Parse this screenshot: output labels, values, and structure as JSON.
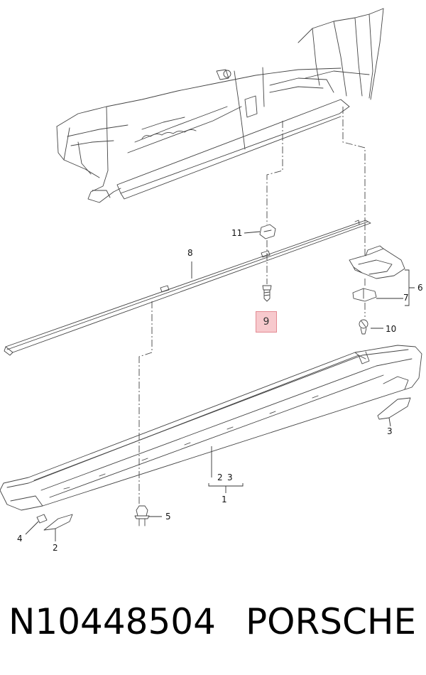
{
  "diagram": {
    "callouts": {
      "c1": "1",
      "c2a": "2",
      "c3a": "3",
      "c2b": "2",
      "c3b": "3",
      "c4": "4",
      "c5": "5",
      "c6": "6",
      "c7": "7",
      "c8": "8",
      "c9": "9",
      "c10": "10",
      "c11": "11"
    },
    "highlighted_callout": "9",
    "highlight_color": "#f7c9cd",
    "line_color": "#333333"
  },
  "footer": {
    "part_number": "N10448504",
    "brand": "PORSCHE"
  }
}
